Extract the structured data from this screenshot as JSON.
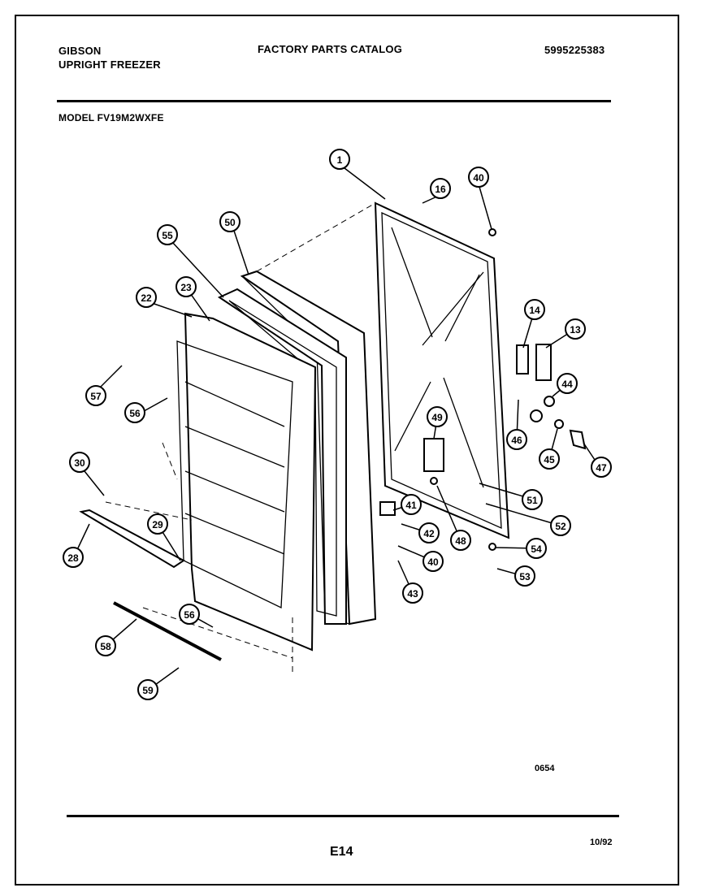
{
  "header": {
    "brand": "GIBSON",
    "product": "UPRIGHT FREEZER",
    "title": "FACTORY PARTS CATALOG",
    "catalog_number": "5995225383",
    "model": "MODEL  FV19M2WXFE"
  },
  "diagram": {
    "figure_code": "0654",
    "callouts": [
      "1",
      "16",
      "40",
      "55",
      "50",
      "23",
      "22",
      "57",
      "56",
      "30",
      "29",
      "28",
      "58",
      "59",
      "14",
      "13",
      "44",
      "46",
      "45",
      "47",
      "49",
      "51",
      "52",
      "41",
      "42",
      "48",
      "40",
      "43",
      "54",
      "53",
      "56"
    ]
  },
  "footer": {
    "page": "E14",
    "date": "10/92"
  },
  "colors": {
    "ink": "#000000",
    "paper": "#ffffff"
  }
}
